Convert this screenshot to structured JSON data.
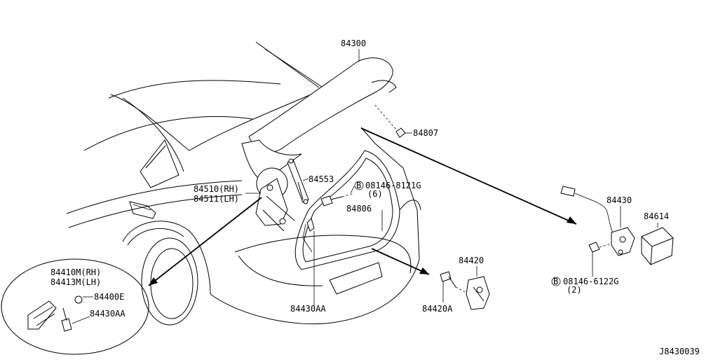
{
  "diagram_id": "J8430039",
  "labels": {
    "p84300": "84300",
    "p84807": "84807",
    "p84553": "84553",
    "p84510": "84510(RH)",
    "p84511": "84511(LH)",
    "bolt1_code": "08146-8121G",
    "bolt1_qty": "(6)",
    "bolt_mark": "B",
    "p84806": "84806",
    "p84430": "84430",
    "p84614": "84614",
    "bolt2_code": "08146-6122G",
    "bolt2_qty": "(2)",
    "p84420": "84420",
    "p84420A": "84420A",
    "p84430AA": "84430AA",
    "p84410M": "84410M(RH)",
    "p84413M": "84413M(LH)",
    "p84400E": "84400E",
    "p84430AA_detail": "84430AA"
  }
}
